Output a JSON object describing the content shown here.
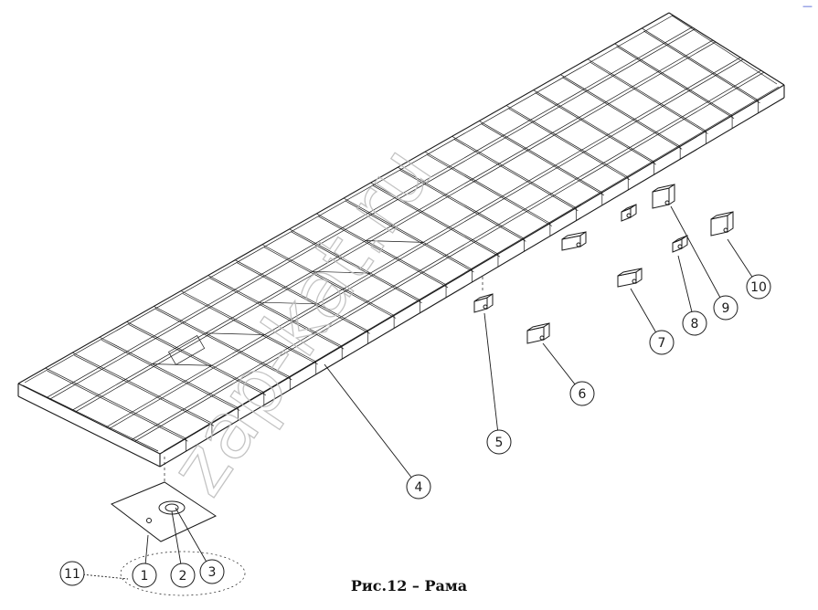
{
  "figure": {
    "caption": "Рис.12 – Рама",
    "watermark": "zap-kat.ru",
    "corner_mark": "—"
  },
  "callouts": [
    {
      "label": "1"
    },
    {
      "label": "2"
    },
    {
      "label": "3"
    },
    {
      "label": "4"
    },
    {
      "label": "5"
    },
    {
      "label": "6"
    },
    {
      "label": "7"
    },
    {
      "label": "8"
    },
    {
      "label": "9"
    },
    {
      "label": "10"
    },
    {
      "label": "11"
    }
  ]
}
